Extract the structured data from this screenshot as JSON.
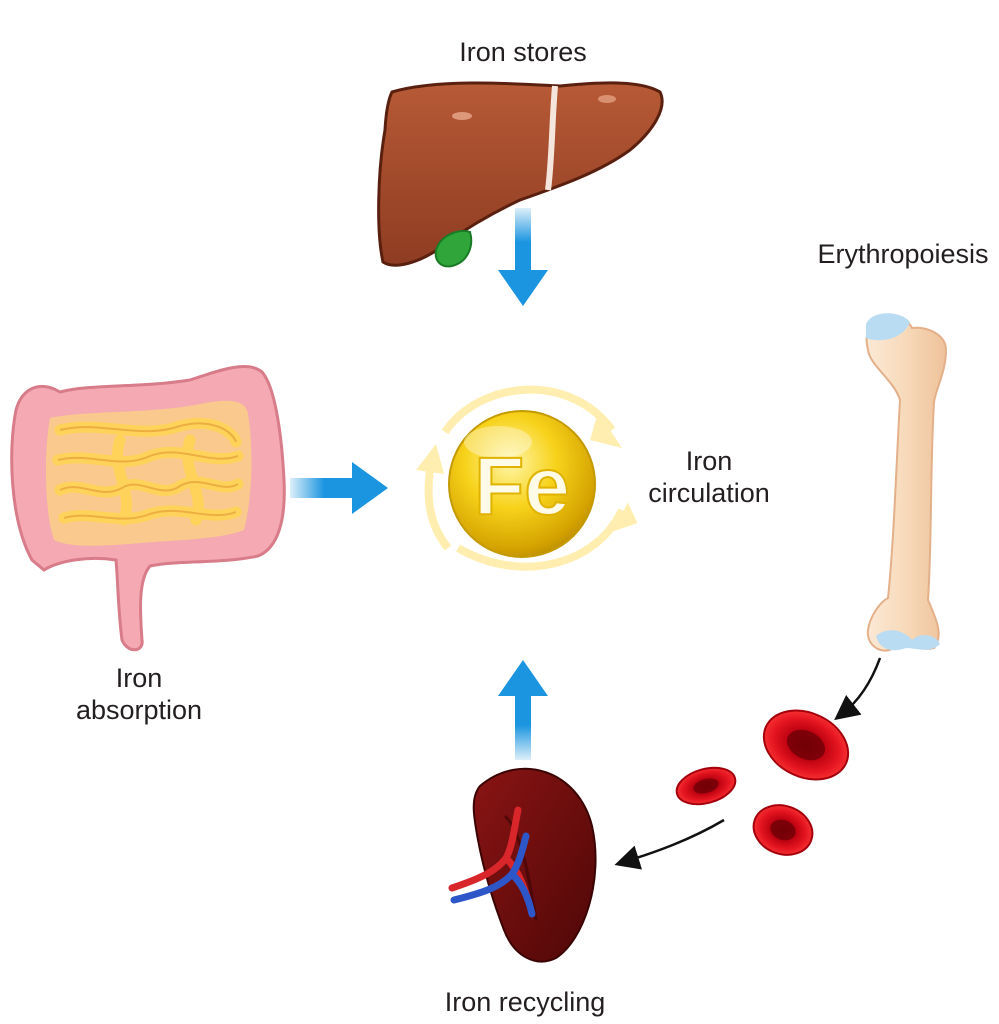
{
  "labels": {
    "iron_stores": "Iron stores",
    "erythropoiesis": "Erythropoiesis",
    "iron_circulation_line1": "Iron",
    "iron_circulation_line2": "circulation",
    "iron_absorption_line1": "Iron",
    "iron_absorption_line2": "absorption",
    "iron_recycling": "Iron recycling",
    "fe_symbol": "Fe"
  },
  "colors": {
    "flow_arrow": "#1b95e0",
    "cycle_arrow": "#ffeeb0",
    "fe_gold": "#f5c400",
    "liver": "#a14a2c",
    "gallbladder": "#2fa53a",
    "intestine_outer": "#f4a9b3",
    "intestine_inner": "#ffd35a",
    "bone": "#f7dcc0",
    "bone_cartilage": "#b9dcf2",
    "red_blood_cell": "#e10f1a",
    "spleen": "#6a0b0b",
    "artery": "#d8262a",
    "vein": "#2d56c9",
    "process_arrow": "#111111"
  }
}
